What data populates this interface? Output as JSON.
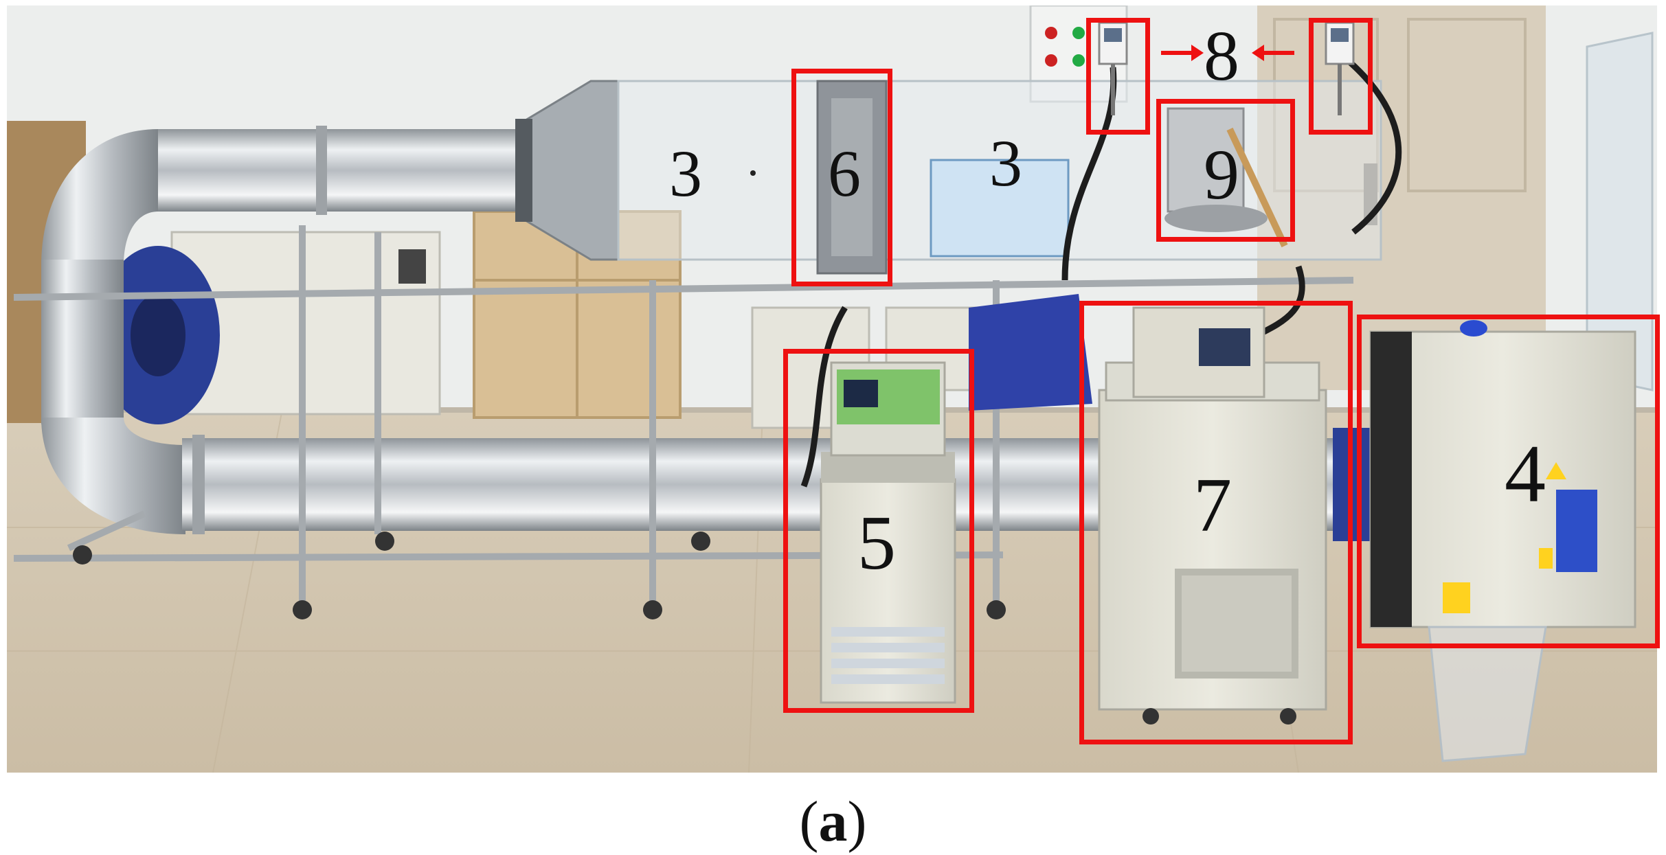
{
  "figure": {
    "caption_open": "(",
    "caption_letter": "a",
    "caption_close": ")"
  },
  "labels": {
    "l3a": "3",
    "l6": "6",
    "l3b": "3",
    "l8": "8",
    "l9": "9",
    "l5": "5",
    "l7": "7",
    "l4": "4"
  },
  "colors": {
    "highlight": "#ee1111",
    "wall": "#eceeed",
    "floor": "#d9ccb7",
    "steel": "#c8ccd0"
  }
}
